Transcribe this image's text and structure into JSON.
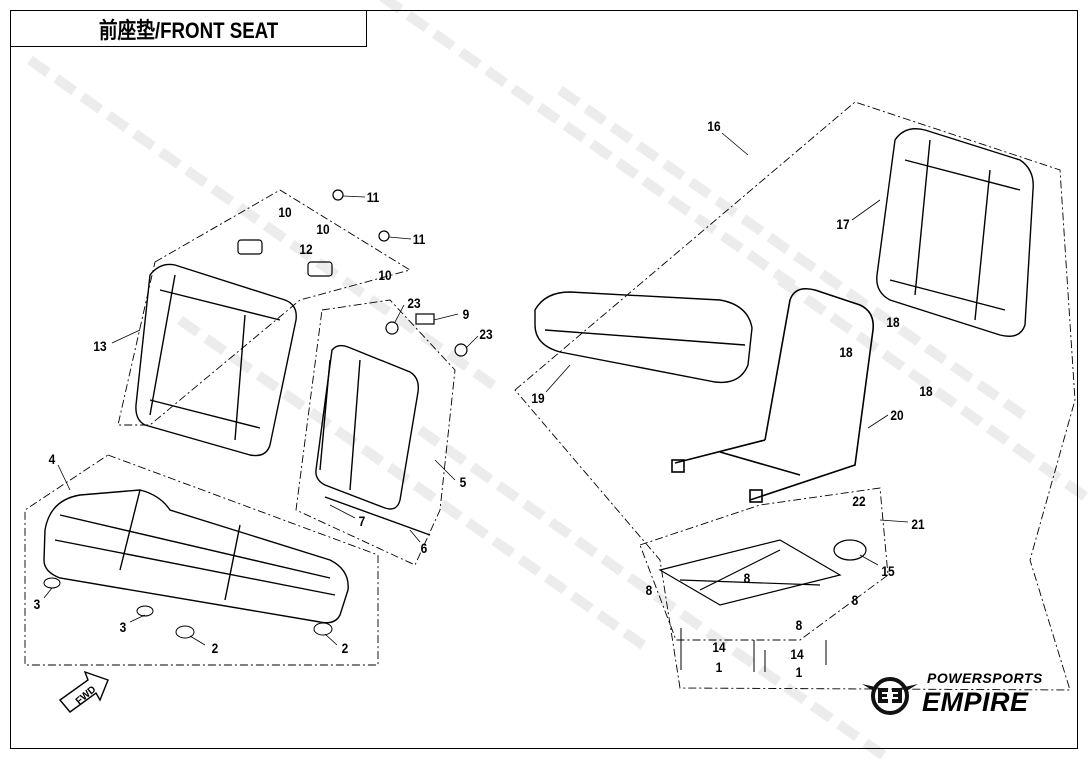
{
  "title": "前座垫/FRONT SEAT",
  "watermark": "POWERSPORTS EMPIRE",
  "logo": {
    "line1": "POWERSPORTS",
    "line2": "EMPIRE"
  },
  "fwd_label": "FWD",
  "callouts": [
    "11",
    "10",
    "10",
    "11",
    "12",
    "10",
    "13",
    "23",
    "9",
    "23",
    "4",
    "5",
    "7",
    "6",
    "3",
    "3",
    "2",
    "2",
    "16",
    "17",
    "18",
    "18",
    "18",
    "19",
    "20",
    "21",
    "22",
    "15",
    "8",
    "8",
    "8",
    "8",
    "14",
    "14",
    "1",
    "1"
  ]
}
